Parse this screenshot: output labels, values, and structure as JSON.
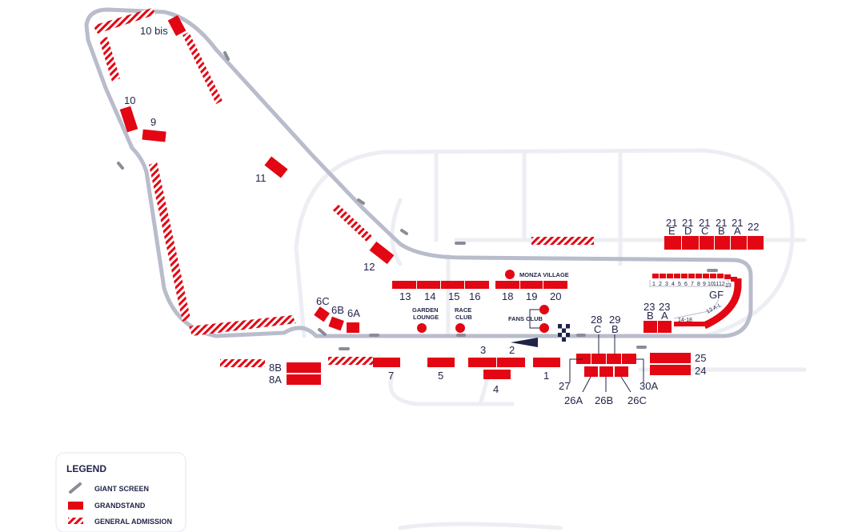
{
  "colors": {
    "grandstand": "#e30613",
    "track": "#b8bccb",
    "oval": "#eceef3",
    "text": "#1f2347",
    "screen": "#8a8d96"
  },
  "grandstands": {
    "gs_10bis": "10 bis",
    "gs_10": "10",
    "gs_9": "9",
    "gs_11": "11",
    "gs_12": "12",
    "gs_13": "13",
    "gs_14": "14",
    "gs_15": "15",
    "gs_16": "16",
    "gs_18": "18",
    "gs_19": "19",
    "gs_20": "20",
    "gs_6c": "6C",
    "gs_6b": "6B",
    "gs_6a": "6A",
    "gs_8b": "8B",
    "gs_8a": "8A",
    "gs_7": "7",
    "gs_5": "5",
    "gs_3": "3",
    "gs_2": "2",
    "gs_4": "4",
    "gs_1": "1",
    "gs_28": "28",
    "gs_c": "C",
    "gs_29": "29",
    "gs_b29": "B",
    "gs_27": "27",
    "gs_26a": "26A",
    "gs_26b": "26B",
    "gs_26c": "26C",
    "gs_30a": "30A",
    "gs_25": "25",
    "gs_24": "24",
    "gs_23b_num": "23",
    "gs_23b_letter": "B",
    "gs_23a_num": "23",
    "gs_23a_letter": "A",
    "gs_21e_num": "21",
    "gs_21e_letter": "E",
    "gs_21d_num": "21",
    "gs_21d_letter": "D",
    "gs_21c_num": "21",
    "gs_21c_letter": "C",
    "gs_21b_num": "21",
    "gs_21b_letter": "B",
    "gs_21a_num": "21",
    "gs_21a_letter": "A",
    "gs_22": "22",
    "gs_gf": "GF",
    "gs_14_18": "14-18",
    "gs_13al": "13 A-L",
    "gs_13small": "13",
    "parabolica_numbers": [
      "1",
      "2",
      "3",
      "4",
      "5",
      "6",
      "7",
      "8",
      "9",
      "10",
      "11",
      "12"
    ]
  },
  "venues": {
    "garden_lounge_1": "GARDEN",
    "garden_lounge_2": "LOUNGE",
    "race_club_1": "RACE",
    "race_club_2": "CLUB",
    "monza_village": "MONZA VILLAGE",
    "fans_club": "FANS CLUB"
  },
  "legend": {
    "title": "LEGEND",
    "giant_screen": "GIANT SCREEN",
    "grandstand": "GRANDSTAND",
    "general_admission": "GENERAL ADMISSION",
    "icons": {
      "giant_screen": "giant-screen-icon",
      "grandstand": "grandstand-icon",
      "general_admission": "general-admission-icon"
    }
  }
}
